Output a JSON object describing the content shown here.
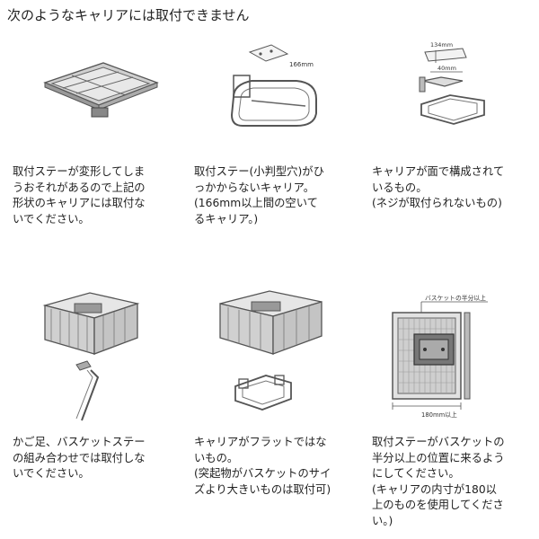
{
  "heading": "次のようなキャリアには取付できません",
  "items": [
    {
      "lines": [
        "取付ステーが変形してしま",
        "うおそれがあるので上記の",
        "形状のキャリアには取付な",
        "いでください。"
      ]
    },
    {
      "lines": [
        "取付ステー(小判型穴)がひ",
        "っかからないキャリア。",
        "(166mm以上間の空いて",
        "るキャリア。)"
      ],
      "fig_label": "166mm"
    },
    {
      "lines": [
        "キャリアが面で構成されて",
        "いるもの。",
        "(ネジが取付られないもの)"
      ],
      "fig_label_top": "134mm",
      "fig_label_mid": "40mm"
    },
    {
      "lines": [
        "かご足、バスケットステー",
        "の組み合わせでは取付しな",
        "いでください。"
      ]
    },
    {
      "lines": [
        "キャリアがフラットではな",
        "いもの。",
        "(突起物がバスケットのサイ",
        "ズより大きいものは取付可)"
      ]
    },
    {
      "lines": [
        "取付ステーがバスケットの",
        "半分以上の位置に来るよう",
        "にしてください。",
        "(キャリアの内寸が180以",
        "上のものを使用してくださ",
        "い。)"
      ],
      "fig_label_top": "バスケットの半分以上",
      "fig_label_bottom": "180mm以上"
    }
  ]
}
